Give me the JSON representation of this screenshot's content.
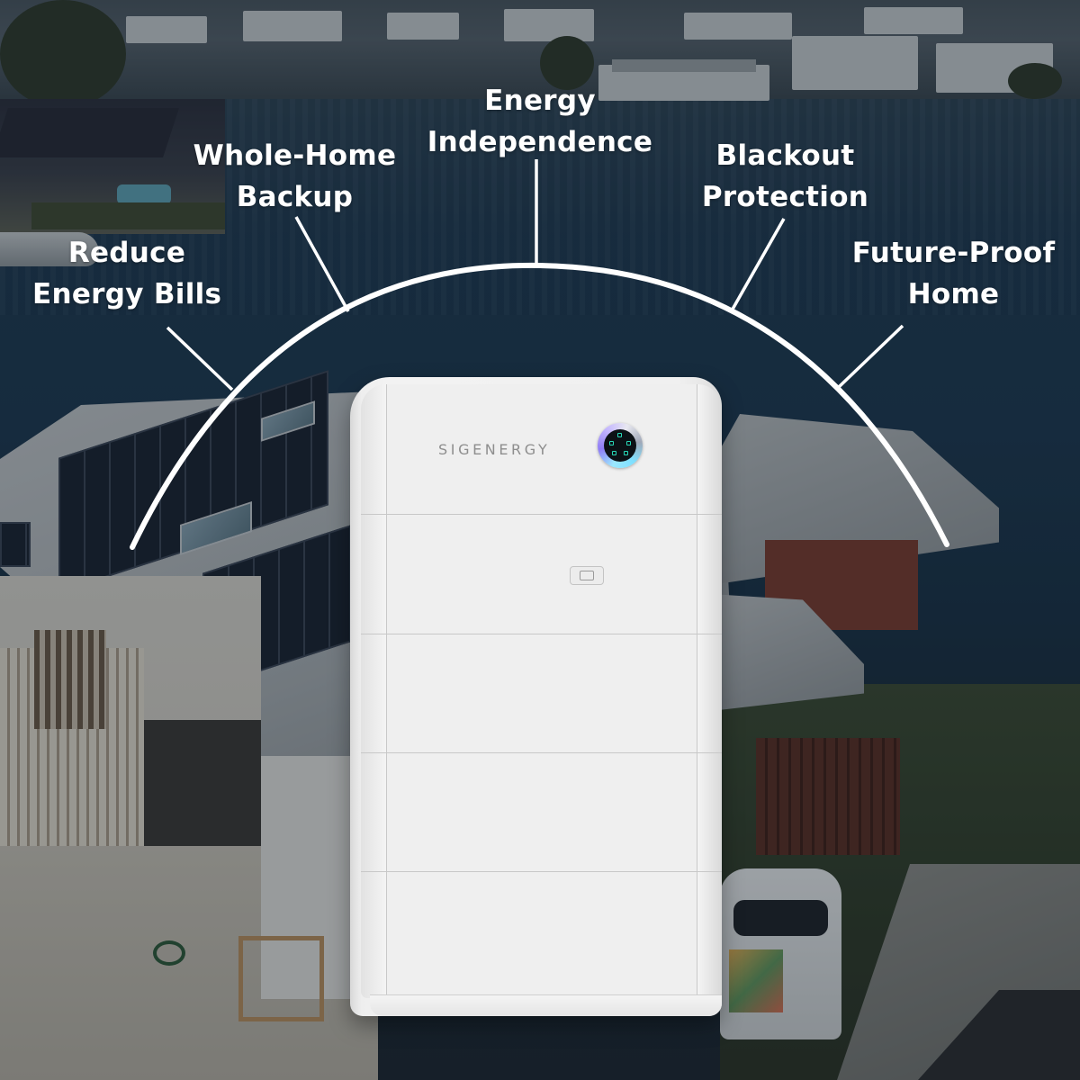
{
  "graphic": {
    "type": "product-feature-infographic",
    "product": {
      "brand_logo_text": "SIGENERGY",
      "description": "white stacked home battery storage unit with circular status dial",
      "module_count": 5,
      "dial_icon": "circular-touch-dial-icon",
      "port_icon": "port-cover-icon"
    },
    "features": [
      {
        "id": "reduce-energy-bills",
        "lines": [
          "Reduce",
          "Energy Bills"
        ]
      },
      {
        "id": "whole-home-backup",
        "lines": [
          "Whole-Home",
          "Backup"
        ]
      },
      {
        "id": "energy-independence",
        "lines": [
          "Energy",
          "Independence"
        ]
      },
      {
        "id": "blackout-protection",
        "lines": [
          "Blackout",
          "Protection"
        ]
      },
      {
        "id": "future-proof-home",
        "lines": [
          "Future-Proof",
          "Home"
        ]
      }
    ],
    "background": {
      "description": "aerial photo of waterfront homes with rooftop solar panels",
      "overlay": "dark tint"
    },
    "colors": {
      "text": "#ffffff",
      "arc": "#ffffff",
      "unit_body": "#efefef",
      "logo": "#8e8e8e",
      "dial_glow": "#8f7cf5",
      "dial_icons": "#27d8b8",
      "water": "#1c3850"
    }
  }
}
